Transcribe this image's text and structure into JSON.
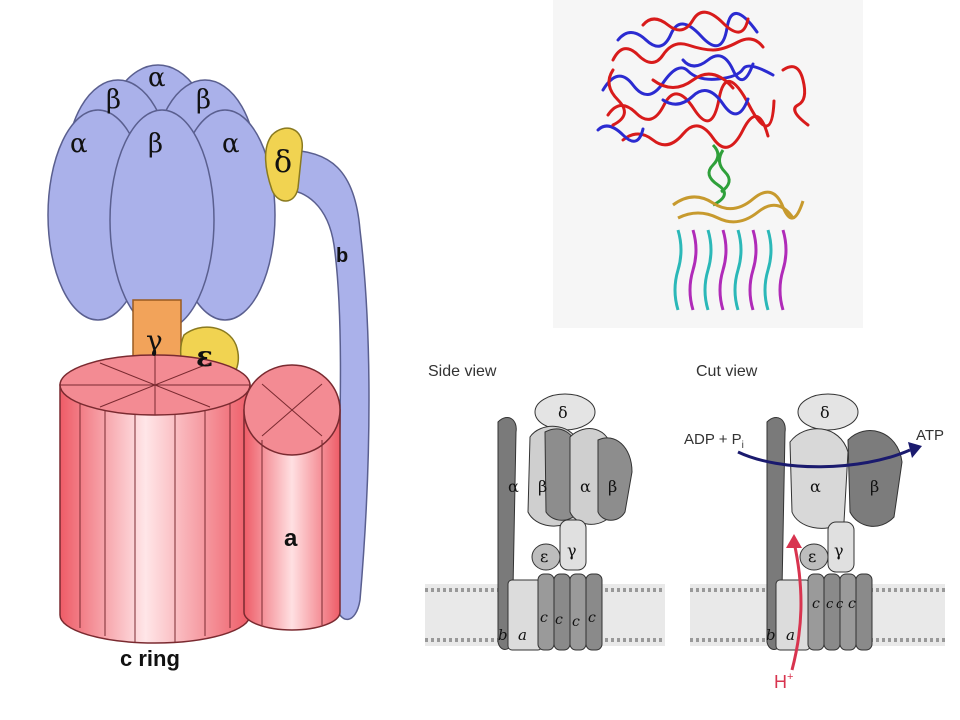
{
  "left_diagram": {
    "subunits": {
      "alpha": "α",
      "beta": "β",
      "delta": "δ",
      "gamma": "γ",
      "epsilon": "ε",
      "b": "b",
      "a": "a",
      "c_ring": "c ring"
    },
    "colors": {
      "head": "#aab1ea",
      "head_stroke": "#5a5f8f",
      "delta_fill": "#f1d351",
      "gamma_fill": "#f2a35a",
      "ring_fill": "#f06a74",
      "ring_light": "#ffe6e8"
    }
  },
  "structure_panel": {
    "colors": {
      "red": "#d81b1b",
      "blue": "#2b2bd1",
      "green": "#2fa03a",
      "gold": "#c79a2e",
      "cyan": "#2bb8b8",
      "magenta": "#b02bb8"
    }
  },
  "side_view": {
    "title": "Side view",
    "labels": {
      "delta": "δ",
      "alpha1": "α",
      "beta1": "β",
      "alpha2": "α",
      "beta2": "β",
      "epsilon": "ε",
      "gamma": "γ",
      "b": "b",
      "a": "a",
      "c": "c"
    }
  },
  "cut_view": {
    "title": "Cut view",
    "adp": "ADP + P",
    "adp_sub": "i",
    "atp": "ATP",
    "proton": "H",
    "proton_sup": "+",
    "labels": {
      "delta": "δ",
      "alpha": "α",
      "beta": "β",
      "epsilon": "ε",
      "gamma": "γ",
      "b": "b",
      "a": "a",
      "c": "c"
    }
  }
}
